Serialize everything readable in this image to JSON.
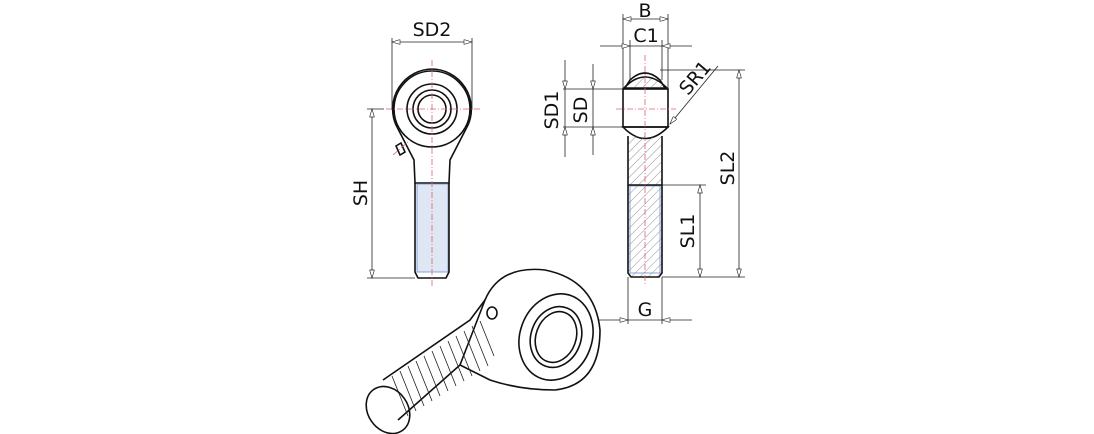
{
  "dimensions": {
    "sd2": "SD2",
    "sh": "SH",
    "b": "B",
    "c1": "C1",
    "sd1": "SD1",
    "sd": "SD",
    "sr1": "SR1",
    "sl2": "SL2",
    "sl1": "SL1",
    "g": "G"
  },
  "colors": {
    "centerline": "#e06070",
    "thread": "#6f8fd0",
    "line": "#111111"
  }
}
